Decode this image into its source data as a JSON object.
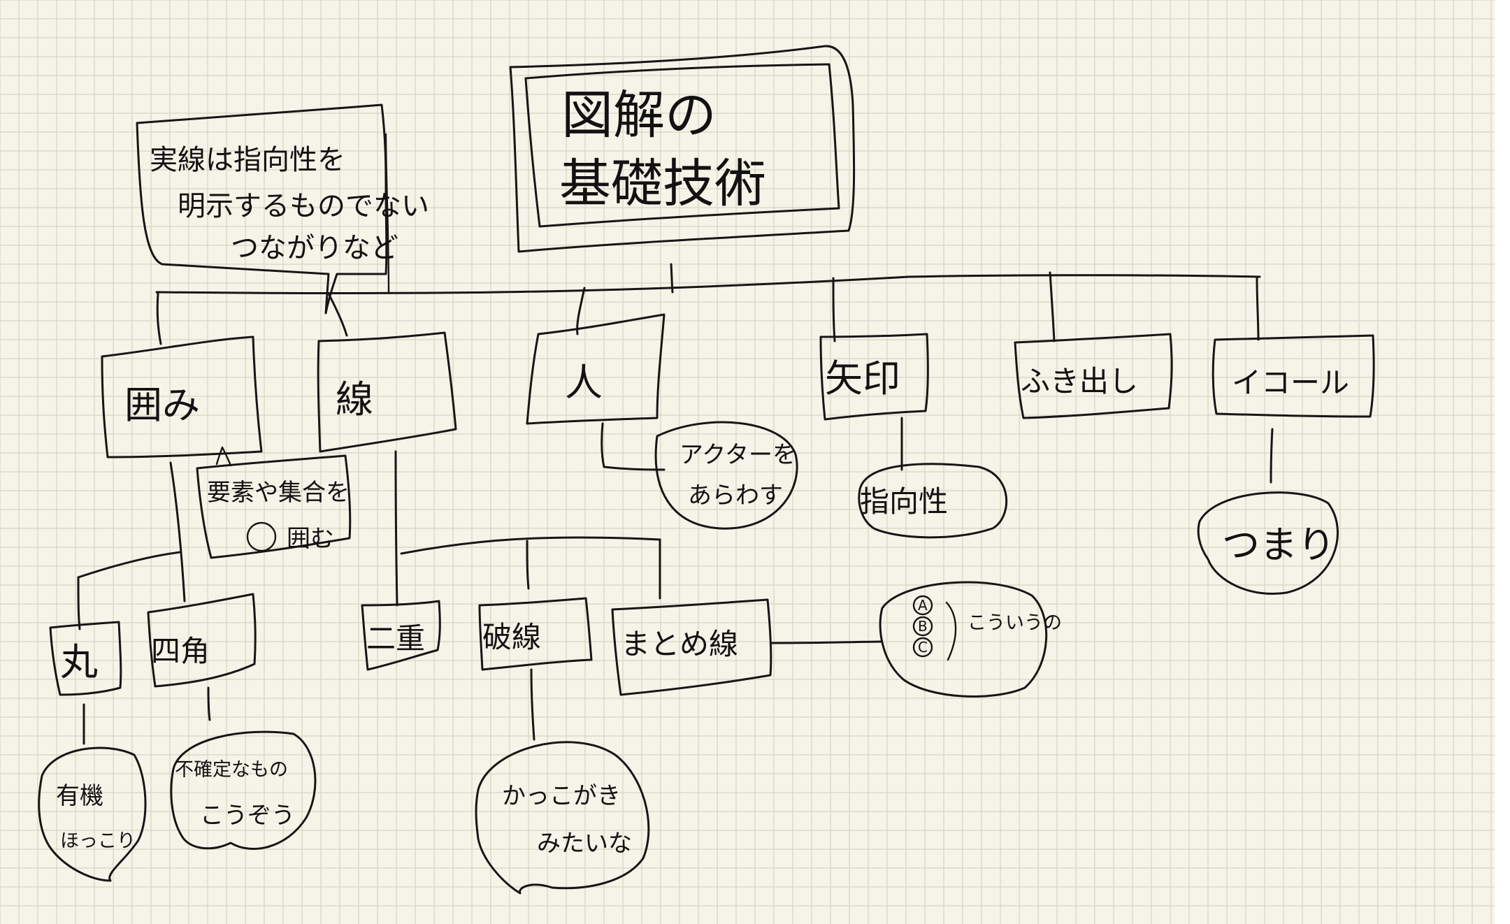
{
  "title": {
    "lines": [
      "図解の",
      "基礎技術"
    ]
  },
  "callout_line_note": {
    "lines": [
      "実線は指向性を",
      "明示するものでない",
      "つながりなど"
    ]
  },
  "nodes": {
    "kakomi": "囲み",
    "sen": "線",
    "hito": "人",
    "yajirushi": "矢印",
    "fukidashi": "ふき出し",
    "equal": "イコール"
  },
  "notes": {
    "kakomi_desc": [
      "要素や集合を",
      "囲む"
    ],
    "hito_desc": [
      "アクターを",
      "あらわす"
    ],
    "yajirushi_desc": "指向性",
    "equal_desc": "つまり"
  },
  "sub_nodes": {
    "maru": "丸",
    "shikaku": "四角",
    "nijuu": "二重",
    "hasen": "破線",
    "matome": "まとめ線"
  },
  "leaf_notes": {
    "maru_desc": [
      "有機",
      "ほっこり"
    ],
    "shikaku_desc": [
      "不確定なもの",
      "こうぞう"
    ],
    "hasen_desc": [
      "かっこがき",
      "みたいな"
    ],
    "matome_desc": "こういうの",
    "matome_marks": [
      "A",
      "B",
      "C"
    ]
  },
  "colors": {
    "paper": "#f6f3e8",
    "grid": "#d3d6c4",
    "ink": "#161616"
  }
}
